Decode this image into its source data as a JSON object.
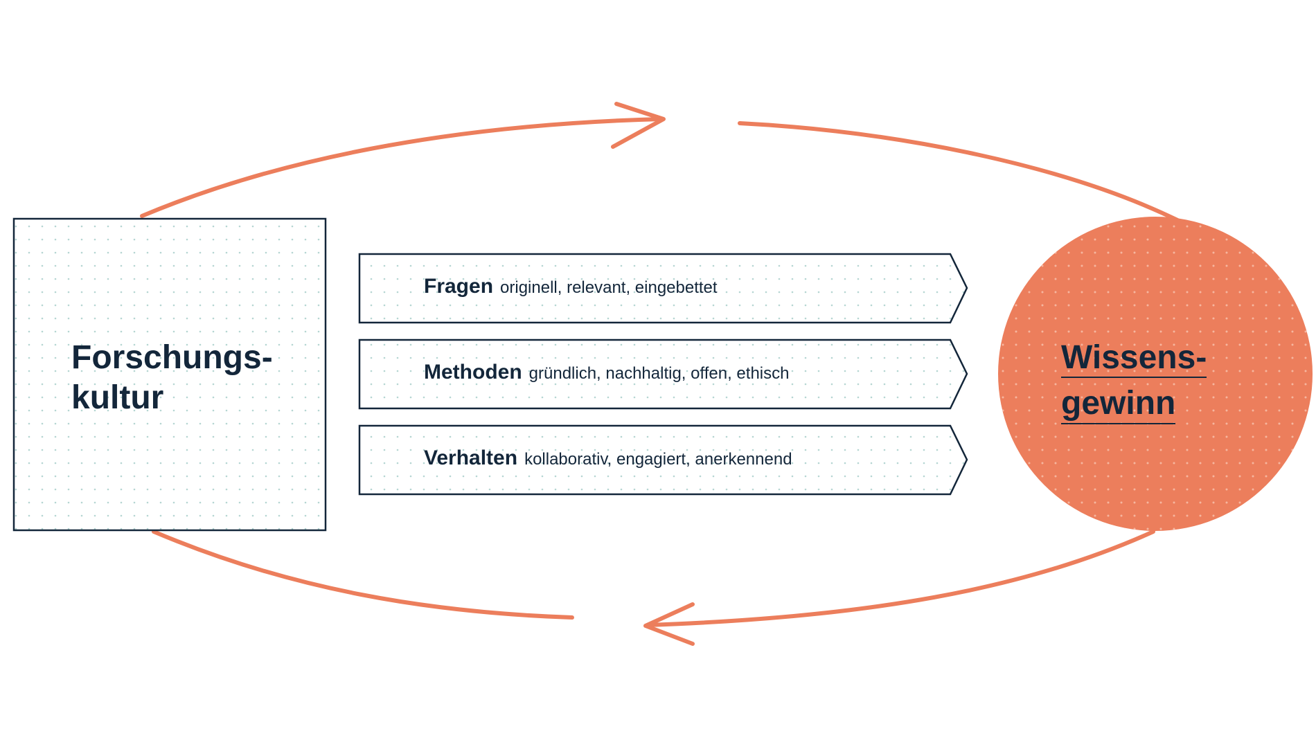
{
  "colors": {
    "accent": "#ec7e5c",
    "ink": "#13263a",
    "dot_light": "#b5d6d2",
    "dot_on_accent": "#f6b69f"
  },
  "source": {
    "line1": "Forschungs-",
    "line2": "kultur"
  },
  "target": {
    "line1": "Wissens-",
    "line2": "gewinn"
  },
  "chevrons": [
    {
      "term": "Fragen",
      "description": "originell, relevant, eingebettet"
    },
    {
      "term": "Methoden",
      "description": "gründlich, nachhaltig, offen, ethisch"
    },
    {
      "term": "Verhalten",
      "description": "kollaborativ, engagiert, anerkennend"
    }
  ]
}
